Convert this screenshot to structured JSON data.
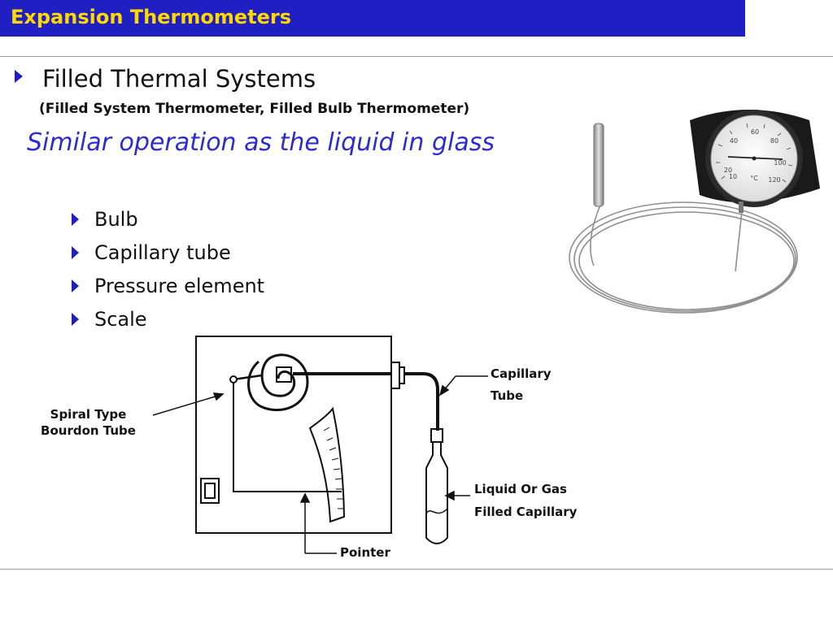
{
  "slide": {
    "title": "Expansion Thermometers",
    "heading": "Filled Thermal Systems",
    "subheading": "(Filled System Thermometer, Filled Bulb Thermometer)",
    "lead": "Similar operation as the liquid in glass",
    "bullets": [
      "Bulb",
      "Capillary tube",
      "Pressure element",
      "Scale"
    ]
  },
  "diagram": {
    "labels": {
      "spiral_line1": "Spiral Type",
      "spiral_line2": "Bourdon Tube",
      "capillary_line1": "Capillary",
      "capillary_line2": "Tube",
      "liquid_line1": "Liquid Or Gas",
      "liquid_line2": "Filled Capillary",
      "pointer": "Pointer"
    }
  },
  "photo": {
    "dial_numbers": [
      "20",
      "40",
      "60",
      "80",
      "100",
      "120",
      "10",
      "°C"
    ]
  },
  "colors": {
    "title_bar": "#1f1fc4",
    "title_text": "#ffd800",
    "lead_text": "#2b2bd6",
    "bullet": "#1f1fc4"
  }
}
